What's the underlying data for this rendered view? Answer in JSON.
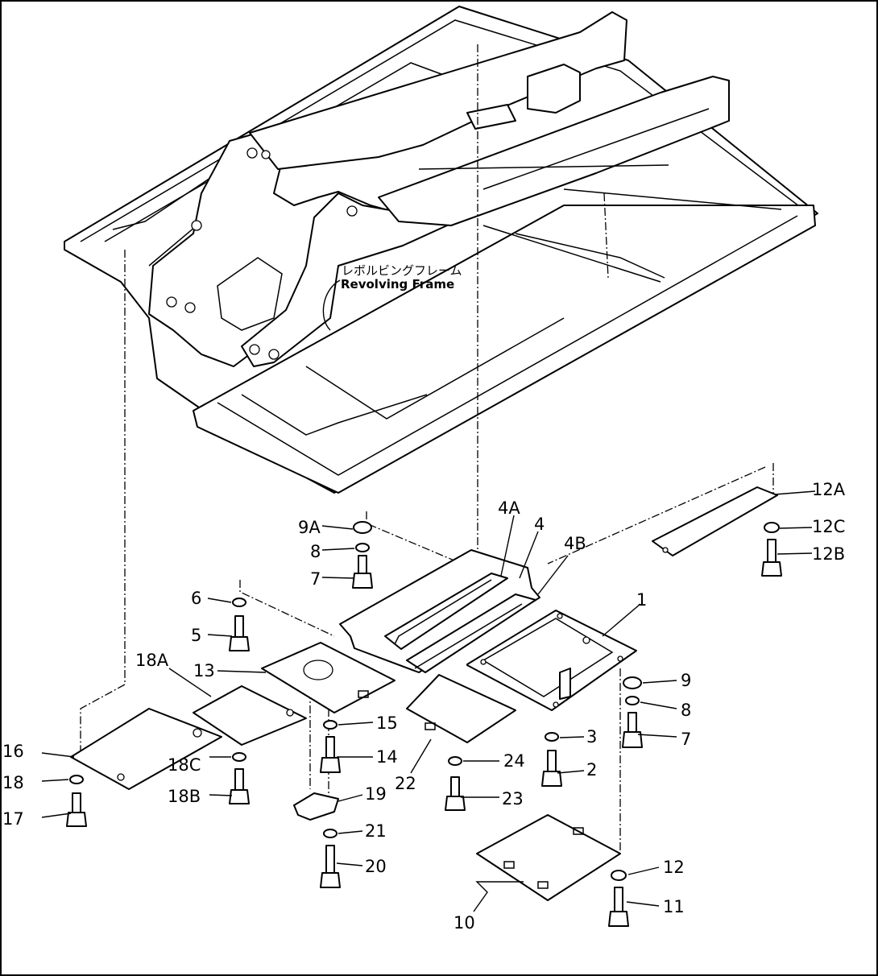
{
  "frame_label": {
    "japanese": "レボルビングフレーム",
    "english": "Revolving Frame"
  },
  "callouts": {
    "c1": "1",
    "c2": "2",
    "c3": "3",
    "c4": "4",
    "c4A": "4A",
    "c4B": "4B",
    "c5": "5",
    "c6": "6",
    "c7a": "7",
    "c7b": "7",
    "c8a": "8",
    "c8b": "8",
    "c9": "9",
    "c9A": "9A",
    "c10": "10",
    "c11": "11",
    "c12": "12",
    "c12A": "12A",
    "c12B": "12B",
    "c12C": "12C",
    "c13": "13",
    "c14": "14",
    "c15": "15",
    "c16": "16",
    "c17": "17",
    "c18": "18",
    "c18A": "18A",
    "c18B": "18B",
    "c18C": "18C",
    "c19": "19",
    "c20": "20",
    "c21": "21",
    "c22": "22",
    "c23": "23",
    "c24": "24"
  }
}
